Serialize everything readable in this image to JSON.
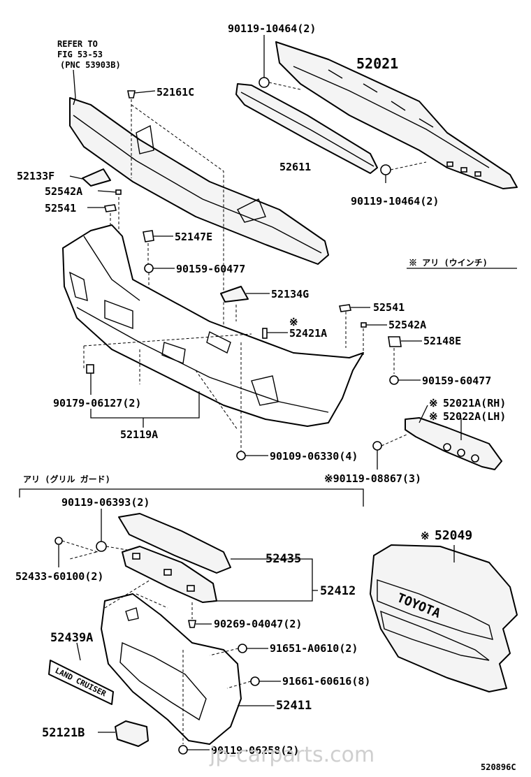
{
  "refer_note": {
    "line1": "REFER TO",
    "line2": "FIG 53-53",
    "line3": "(PNC 53903B)"
  },
  "parts": {
    "p90119_10464_top": "90119-10464(2)",
    "p52021": "52021",
    "p52161C": "52161C",
    "p52611": "52611",
    "p90119_10464_bottom": "90119-10464(2)",
    "p52133F": "52133F",
    "p52542A_left": "52542A",
    "p52541_left": "52541",
    "p52147E": "52147E",
    "p90159_60477_left": "90159-60477",
    "winch_note": "※ アリ (ウインチ)",
    "p52134G": "52134G",
    "p52541_right": "52541",
    "p52421A": "52421A",
    "p52542A_right": "52542A",
    "p52148E": "52148E",
    "p90159_60477_right": "90159-60477",
    "p90179_06127": "90179-06127(2)",
    "p52021A": "52021A(RH)",
    "p52022A": "52022A(LH)",
    "p52119A": "52119A",
    "p90109_06330": "90109-06330(4)",
    "p90119_08867": "※90119-08867(3)",
    "grille_guard_note": "アリ (グリル ガード)",
    "p90119_06393": "90119-06393(2)",
    "p52049": "52049",
    "p52433_60100": "52433-60100(2)",
    "p52435": "52435",
    "p52412": "52412",
    "p90269_04047": "90269-04047(2)",
    "p52439A": "52439A",
    "p91651_A0610": "91651-A0610(2)",
    "p91661_60616": "91661-60616(8)",
    "p52411": "52411",
    "p52121B": "52121B",
    "p90119_06258": "90119-06258(2)"
  },
  "markers": {
    "ref_mark": "※"
  },
  "emblems": {
    "toyota": "TOYOTA",
    "land_cruiser": "LAND CRUISER"
  },
  "footer": {
    "diagram_code": "520896C",
    "watermark": "jp-carparts.com"
  }
}
